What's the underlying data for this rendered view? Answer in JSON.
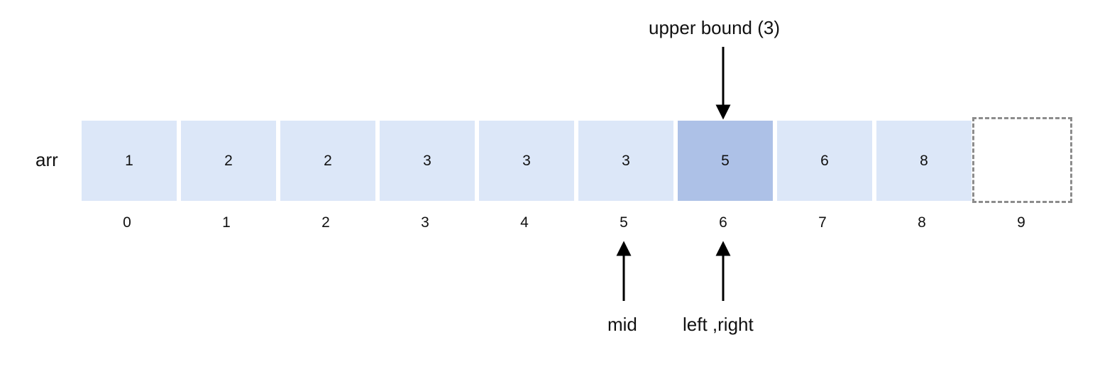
{
  "array": {
    "name": "arr",
    "values": [
      "1",
      "2",
      "2",
      "3",
      "3",
      "3",
      "5",
      "6",
      "8",
      ""
    ],
    "indices": [
      "0",
      "1",
      "2",
      "3",
      "4",
      "5",
      "6",
      "7",
      "8",
      "9"
    ],
    "highlight_index": 6,
    "empty_index": 9
  },
  "pointers": {
    "upper_bound_label": "upper bound (3)",
    "mid_label": "mid",
    "left_right_label": "left ,right"
  },
  "colors": {
    "cell_fill": "#dce7f8",
    "highlight_fill": "#adc1e7",
    "empty_border": "#8c8c8c",
    "arrow": "#000000"
  }
}
